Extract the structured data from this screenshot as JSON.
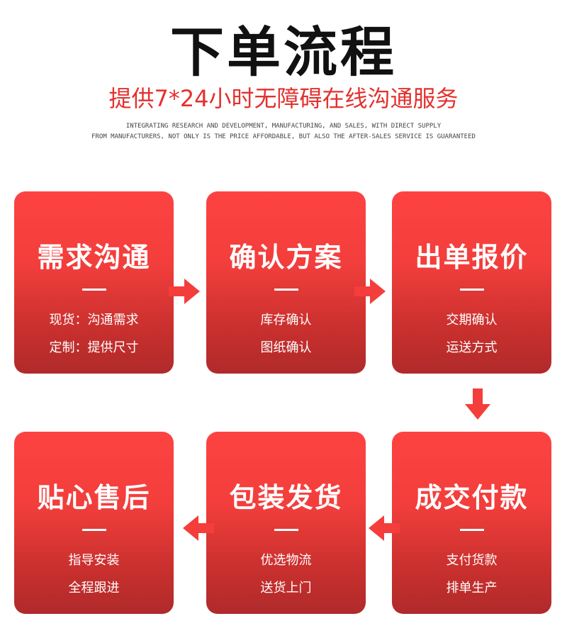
{
  "header": {
    "title": "下单流程",
    "subtitle": "提供7*24小时无障碍在线沟通服务",
    "english_line1": "INTEGRATING RESEARCH AND DEVELOPMENT, MANUFACTURING, AND SALES, WITH DIRECT SUPPLY",
    "english_line2": "FROM MANUFACTURERS, NOT ONLY IS THE PRICE AFFORDABLE, BUT ALSO THE AFTER-SALES SERVICE IS GUARANTEED"
  },
  "steps": [
    {
      "title": "需求沟通",
      "lines": [
        "现货：沟通需求",
        "定制：提供尺寸"
      ]
    },
    {
      "title": "确认方案",
      "lines": [
        "库存确认",
        "图纸确认"
      ]
    },
    {
      "title": "出单报价",
      "lines": [
        "交期确认",
        "运送方式"
      ]
    },
    {
      "title": "成交付款",
      "lines": [
        "支付货款",
        "排单生产"
      ]
    },
    {
      "title": "包装发货",
      "lines": [
        "优选物流",
        "送货上门"
      ]
    },
    {
      "title": "贴心售后",
      "lines": [
        "指导安装",
        "全程跟进"
      ]
    }
  ],
  "colors": {
    "accent": "#fd4341",
    "dark": "#b02a2b"
  }
}
